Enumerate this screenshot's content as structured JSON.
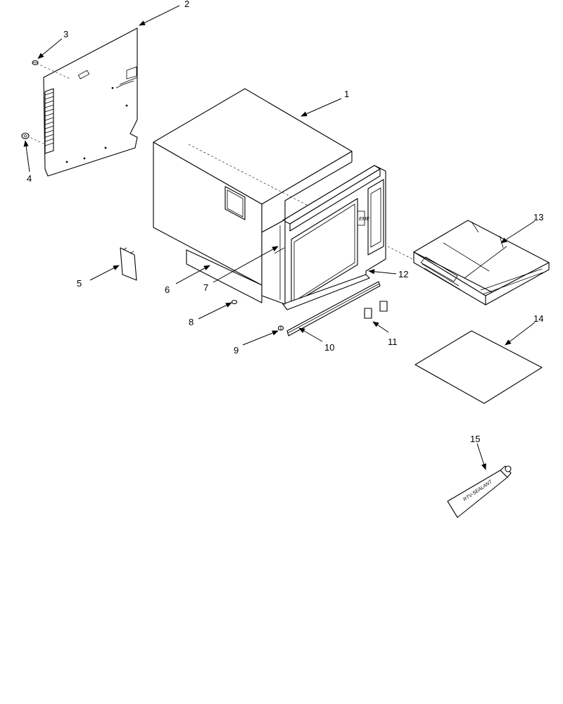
{
  "callouts": [
    "1",
    "2",
    "3",
    "4",
    "5",
    "6",
    "7",
    "8",
    "9",
    "10",
    "11",
    "12",
    "13",
    "14",
    "15"
  ],
  "sealant_tube_label": "RTV-SEALANT",
  "line_color": "#000000",
  "background_color": "#ffffff"
}
